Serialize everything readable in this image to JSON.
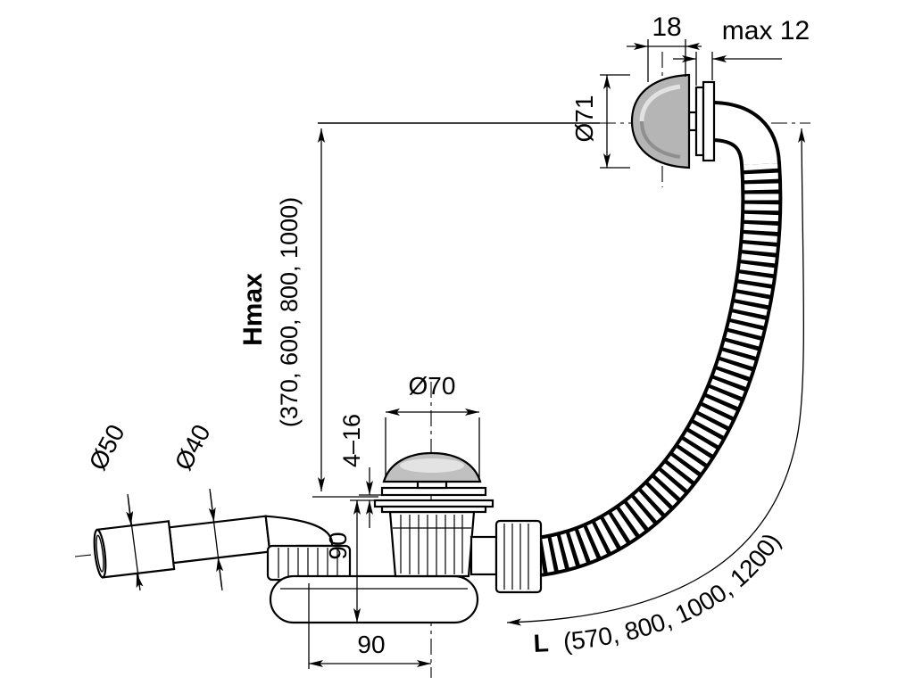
{
  "drawing": {
    "title": "bath-waste-and-overflow-technical-drawing",
    "colors": {
      "line": "#000000",
      "background": "#ffffff",
      "cap_fill": "#b5b5b5",
      "cap_highlight": "#e2e2e2",
      "cap_shade": "#8f8f8f",
      "plug_fill": "#c0c0c0",
      "plug_highlight": "#e3e3e3"
    },
    "labels": {
      "cap_offset": "18",
      "wall_thickness": "max 12",
      "overflow_diameter": "Ø71",
      "hmax_label": "Hmax",
      "hmax_values": "(370, 600, 800, 1000)",
      "plug_diameter": "Ø70",
      "adjustment_range": "4–16",
      "outlet_diameter_large": "Ø50",
      "outlet_diameter_small": "Ø40",
      "trap_height": "90",
      "outlet_offset": "90",
      "hose_length_label": "L",
      "hose_length_values": "(570, 800, 1000, 1200)"
    }
  }
}
